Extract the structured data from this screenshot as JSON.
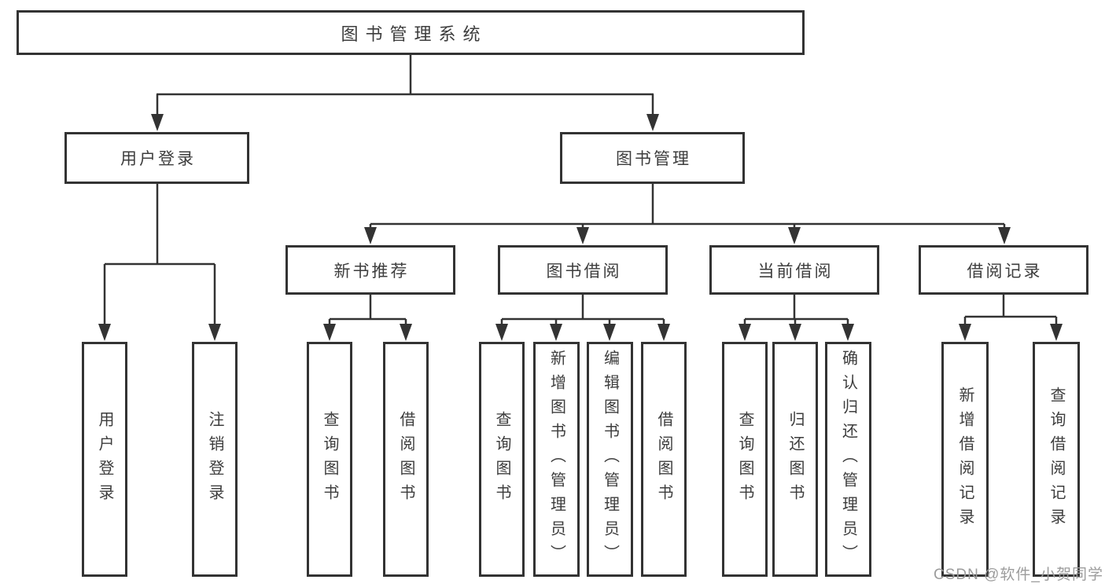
{
  "colors": {
    "line": "#333333",
    "box_border": "#333333",
    "text": "#3d3d3d",
    "background": "#ffffff",
    "watermark": "#9c9c9c"
  },
  "watermark": {
    "text": "CSDN @软件_小贺同学"
  },
  "tree": {
    "label": "图书管理系统",
    "children": [
      {
        "label": "用户登录",
        "children": [
          {
            "label": "用户登录"
          },
          {
            "label": "注销登录"
          }
        ]
      },
      {
        "label": "图书管理",
        "children": [
          {
            "label": "新书推荐",
            "children": [
              {
                "label": "查询图书"
              },
              {
                "label": "借阅图书"
              }
            ]
          },
          {
            "label": "图书借阅",
            "children": [
              {
                "label": "查询图书"
              },
              {
                "label": "新增图书（管理员）"
              },
              {
                "label": "编辑图书（管理员）"
              },
              {
                "label": "借阅图书"
              }
            ]
          },
          {
            "label": "当前借阅",
            "children": [
              {
                "label": "查询图书"
              },
              {
                "label": "归还图书"
              },
              {
                "label": "确认归还（管理员）"
              }
            ]
          },
          {
            "label": "借阅记录",
            "children": [
              {
                "label": "新增借阅记录"
              },
              {
                "label": "查询借阅记录"
              }
            ]
          }
        ]
      }
    ]
  }
}
